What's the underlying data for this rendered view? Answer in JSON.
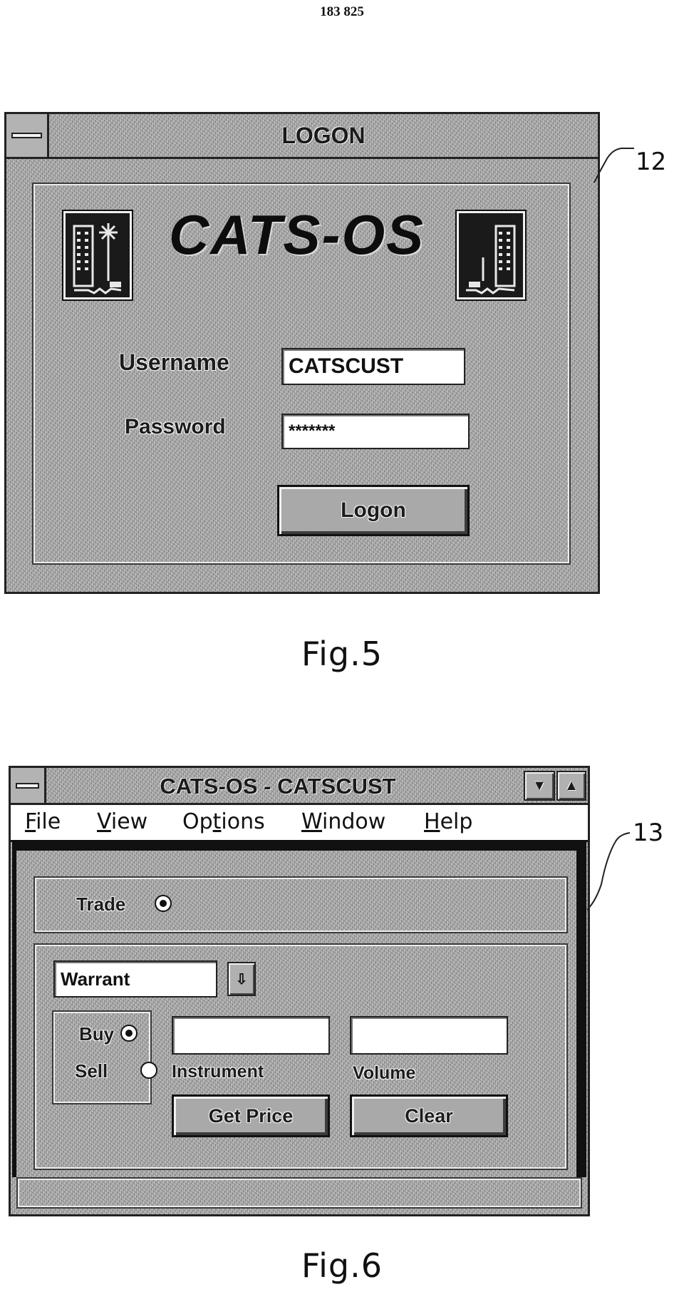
{
  "page_number": "183 825",
  "figures": {
    "fig5": {
      "caption": "Fig.5",
      "ref_label": "12",
      "window": {
        "title": "LOGON",
        "logo_text": "CATS-OS",
        "username_label": "Username",
        "username_value": "CATSCUST",
        "password_label": "Password",
        "password_value": "*******",
        "logon_button": "Logon"
      }
    },
    "fig6": {
      "caption": "Fig.6",
      "ref_label": "13",
      "window": {
        "title": "CATS-OS - CATSCUST",
        "menu": {
          "file_mn": "F",
          "file_rest": "ile",
          "view_mn": "V",
          "view_rest": "iew",
          "options_pre": "Op",
          "options_mn": "t",
          "options_rest": "ions",
          "window_mn": "W",
          "window_rest": "indow",
          "help_mn": "H",
          "help_rest": "elp"
        },
        "trade_label": "Trade",
        "trade_selected": true,
        "type_select_value": "Warrant",
        "buy_label": "Buy",
        "buy_selected": true,
        "sell_label": "Sell",
        "sell_selected": false,
        "instrument_label": "Instrument",
        "instrument_value": "",
        "volume_label": "Volume",
        "volume_value": "",
        "get_price_button": "Get Price",
        "clear_button": "Clear"
      }
    }
  }
}
